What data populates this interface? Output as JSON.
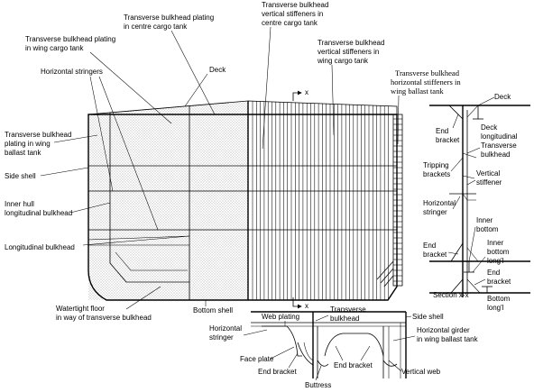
{
  "labels": {
    "tb_plating_centre_1": "Transverse bulkhead plating",
    "tb_plating_centre_2": "in centre cargo tank",
    "tb_vert_centre_1": "Transverse bulkhead",
    "tb_vert_centre_2": "vertical stiffeners in",
    "tb_vert_centre_3": "centre cargo tank",
    "tb_plating_wing_1": "Transverse bulkhead plating",
    "tb_plating_wing_2": "in wing cargo tank",
    "tb_vert_wing_1": "Transverse bulkhead",
    "tb_vert_wing_2": "vertical stiffeners in",
    "tb_vert_wing_3": "wing cargo tank",
    "horizontal_stringers": "Horizontal stringers",
    "deck_main": "Deck",
    "tb_horiz_ballast_1": "Transverse bulkhead",
    "tb_horiz_ballast_2": "horizontal stiffeners in",
    "tb_horiz_ballast_3": "wing ballast tank",
    "tb_plating_ballast_1": "Transverse bulkhead",
    "tb_plating_ballast_2": "plating in wing",
    "tb_plating_ballast_3": "ballast tank",
    "side_shell_left": "Side shell",
    "inner_hull_1": "Inner hull",
    "inner_hull_2": "longitudinal bulkhead",
    "longitudinal_bulkhead": "Longitudinal bulkhead",
    "watertight_floor_1": "Watertight floor",
    "watertight_floor_2": "in way of transverse bulkhead",
    "bottom_shell_main": "Bottom shell",
    "section_marker_top": "x",
    "section_marker_bottom": "x",
    "deck_right": "Deck",
    "end_bracket_top": "End",
    "end_bracket_top_2": "bracket",
    "deck_longitudinal_1": "Deck",
    "deck_longitudinal_2": "longitudinal",
    "transverse_bulkhead_right_1": "Transverse",
    "transverse_bulkhead_right_2": "bulkhead",
    "tripping_brackets_1": "Tripping",
    "tripping_brackets_2": "brackets",
    "vertical_stiffener_1": "Vertical",
    "vertical_stiffener_2": "stiffener",
    "horizontal_stringer_right_1": "Horizontal",
    "horizontal_stringer_right_2": "stringer",
    "inner_bottom_1": "Inner",
    "inner_bottom_2": "bottom",
    "end_bracket_mid_1": "End",
    "end_bracket_mid_2": "bracket",
    "inner_bottom_long_1": "Inner",
    "inner_bottom_long_2": "bottom",
    "inner_bottom_long_3": "long'l",
    "end_bracket_low_1": "End",
    "end_bracket_low_2": "bracket",
    "section_xx": "Section x-x",
    "bottom_long_1": "Bottom",
    "bottom_long_2": "long'l",
    "web_plating": "Web plating",
    "transverse_bulkhead_bottom_1": "Transverse",
    "transverse_bulkhead_bottom_2": "bulkhead",
    "side_shell_bottom": "Side shell",
    "horizontal_stringer_bottom_1": "Horizontal",
    "horizontal_stringer_bottom_2": "stringer",
    "horizontal_girder_1": "Horizontal girder",
    "horizontal_girder_2": "in wing ballast tank",
    "face_plate": "Face plate",
    "end_bracket_b1": "End bracket",
    "end_bracket_b2": "End bracket",
    "vertical_web": "Vertical web",
    "buttress": "Buttress"
  }
}
